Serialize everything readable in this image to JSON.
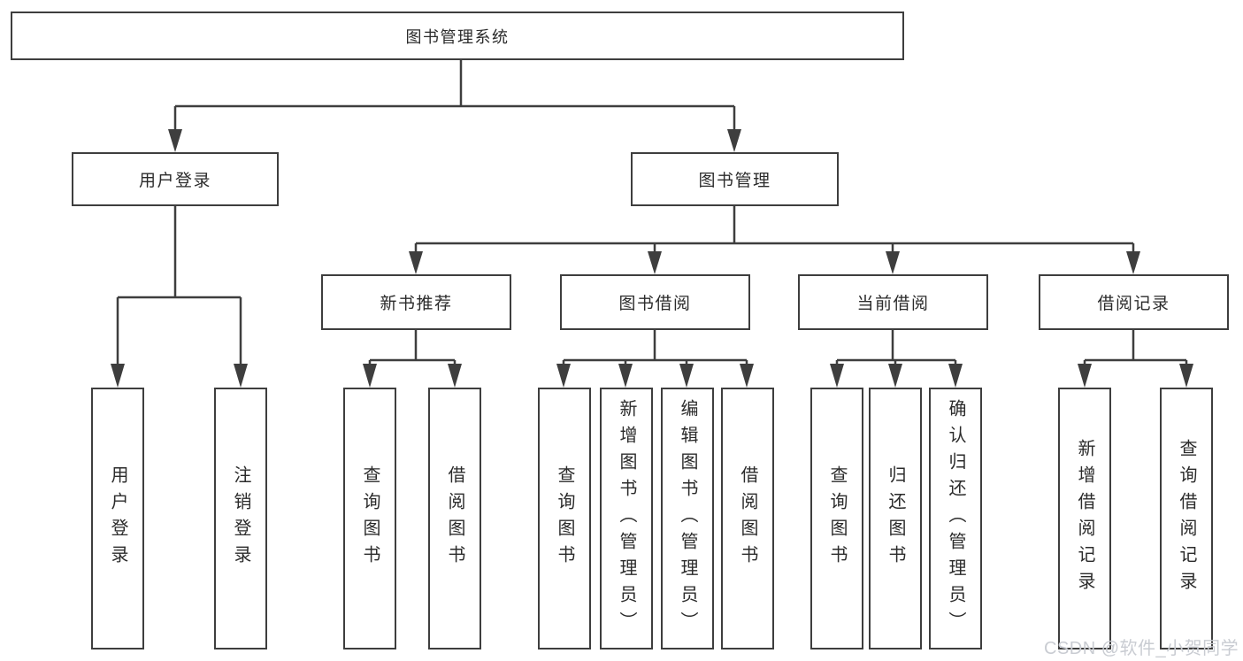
{
  "diagram": {
    "type": "hierarchy-tree",
    "title": "图书管理系统",
    "line_color": "#3e3e3e",
    "text_color": "#2b2b2b",
    "background": "#ffffff",
    "nodes": [
      {
        "id": "root",
        "label": "图书管理系统",
        "level": 0,
        "orientation": "horizontal",
        "parent": null
      },
      {
        "id": "user-login",
        "label": "用户登录",
        "level": 1,
        "orientation": "horizontal",
        "parent": "root"
      },
      {
        "id": "book-mgmt",
        "label": "图书管理",
        "level": 1,
        "orientation": "horizontal",
        "parent": "root"
      },
      {
        "id": "new-book-rec",
        "label": "新书推荐",
        "level": 2,
        "orientation": "horizontal",
        "parent": "book-mgmt"
      },
      {
        "id": "book-borrow",
        "label": "图书借阅",
        "level": 2,
        "orientation": "horizontal",
        "parent": "book-mgmt"
      },
      {
        "id": "current-borrow",
        "label": "当前借阅",
        "level": 2,
        "orientation": "horizontal",
        "parent": "book-mgmt"
      },
      {
        "id": "borrow-records",
        "label": "借阅记录",
        "level": 2,
        "orientation": "horizontal",
        "parent": "book-mgmt"
      },
      {
        "id": "leaf-user-login",
        "label": "用户登录",
        "level": 3,
        "orientation": "vertical",
        "parent": "user-login"
      },
      {
        "id": "leaf-logout",
        "label": "注销登录",
        "level": 3,
        "orientation": "vertical",
        "parent": "user-login"
      },
      {
        "id": "leaf-rec-query",
        "label": "查询图书",
        "level": 3,
        "orientation": "vertical",
        "parent": "new-book-rec"
      },
      {
        "id": "leaf-rec-borrow",
        "label": "借阅图书",
        "level": 3,
        "orientation": "vertical",
        "parent": "new-book-rec"
      },
      {
        "id": "leaf-bb-query",
        "label": "查询图书",
        "level": 3,
        "orientation": "vertical",
        "parent": "book-borrow"
      },
      {
        "id": "leaf-bb-add",
        "label": "新增图书（管理员）",
        "level": 3,
        "orientation": "vertical",
        "parent": "book-borrow"
      },
      {
        "id": "leaf-bb-edit",
        "label": "编辑图书（管理员）",
        "level": 3,
        "orientation": "vertical",
        "parent": "book-borrow"
      },
      {
        "id": "leaf-bb-borrow",
        "label": "借阅图书",
        "level": 3,
        "orientation": "vertical",
        "parent": "book-borrow"
      },
      {
        "id": "leaf-cb-query",
        "label": "查询图书",
        "level": 3,
        "orientation": "vertical",
        "parent": "current-borrow"
      },
      {
        "id": "leaf-cb-return",
        "label": "归还图书",
        "level": 3,
        "orientation": "vertical",
        "parent": "current-borrow"
      },
      {
        "id": "leaf-cb-confirm",
        "label": "确认归还（管理员）",
        "level": 3,
        "orientation": "vertical",
        "parent": "current-borrow"
      },
      {
        "id": "leaf-br-add",
        "label": "新增借阅记录",
        "level": 3,
        "orientation": "vertical",
        "parent": "borrow-records"
      },
      {
        "id": "leaf-br-query",
        "label": "查询借阅记录",
        "level": 3,
        "orientation": "vertical",
        "parent": "borrow-records"
      }
    ]
  },
  "watermark": {
    "text": "CSDN @软件_小贺同学",
    "color": "#c9ccd2"
  }
}
